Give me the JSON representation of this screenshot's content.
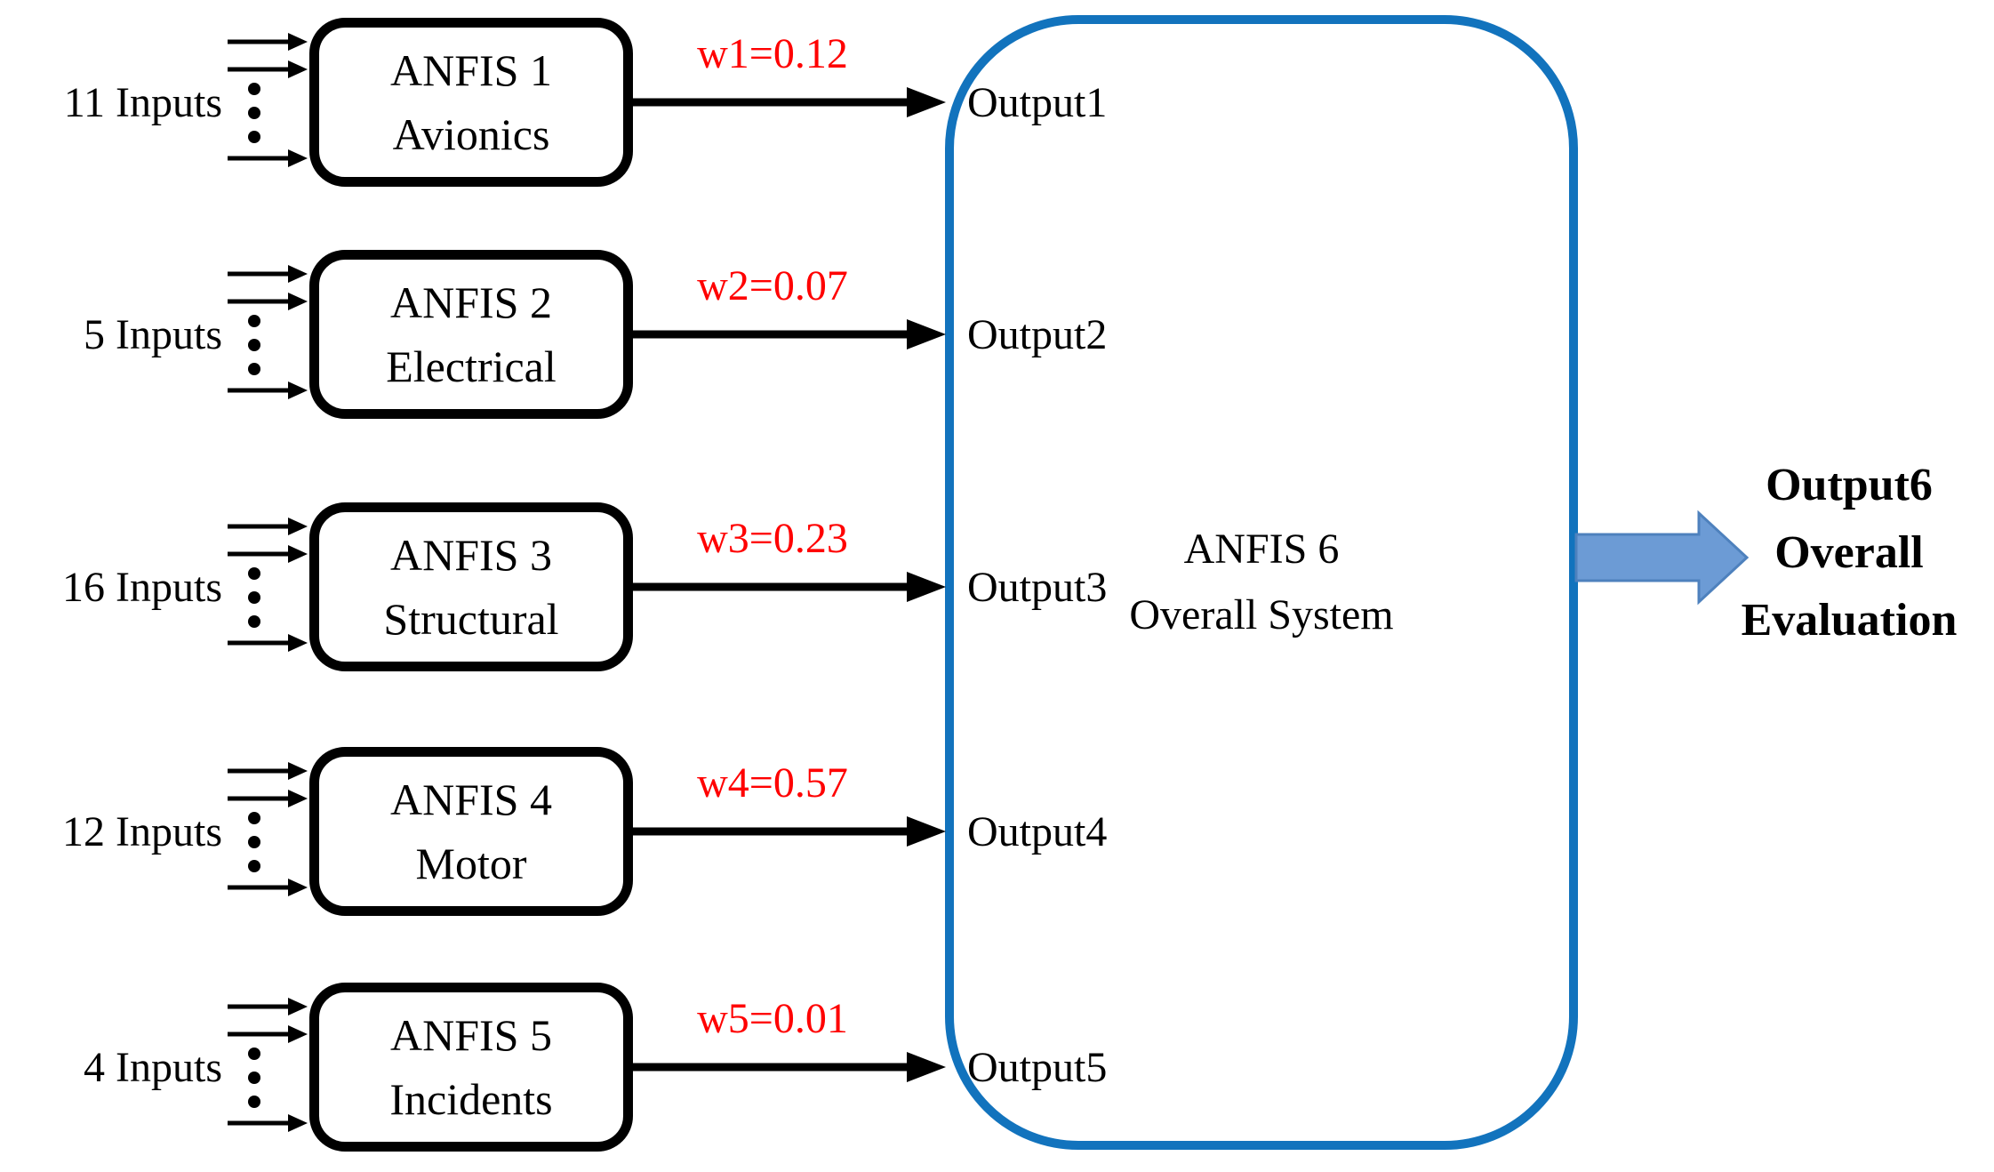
{
  "diagram": {
    "title_semantic": "Five ANFIS subsystem modules feeding ANFIS 6 overall system",
    "modules": [
      {
        "inputs_label": "11 Inputs",
        "box_line1": "ANFIS 1",
        "box_line2": "Avionics",
        "weight_label": "w1=0.12",
        "output_label": "Output1"
      },
      {
        "inputs_label": "5 Inputs",
        "box_line1": "ANFIS 2",
        "box_line2": "Electrical",
        "weight_label": "w2=0.07",
        "output_label": "Output2"
      },
      {
        "inputs_label": "16 Inputs",
        "box_line1": "ANFIS 3",
        "box_line2": "Structural",
        "weight_label": "w3=0.23",
        "output_label": "Output3"
      },
      {
        "inputs_label": "12 Inputs",
        "box_line1": "ANFIS 4",
        "box_line2": "Motor",
        "weight_label": "w4=0.57",
        "output_label": "Output4"
      },
      {
        "inputs_label": "4 Inputs",
        "box_line1": "ANFIS 5",
        "box_line2": "Incidents",
        "weight_label": "w5=0.01",
        "output_label": "Output5"
      }
    ],
    "aggregator": {
      "line1": "ANFIS 6",
      "line2": "Overall System"
    },
    "final_output": {
      "line1": "Output6",
      "line2": "Overall",
      "line3": "Evaluation"
    },
    "icons": {
      "input_arrows": "three right arrows with vertical ellipsis dots",
      "weighted_output_arrow": "thick black right arrow",
      "final_output_arrow": "fat light-blue right block arrow"
    },
    "colors": {
      "weight_text": "#FF0000",
      "aggregator_border": "#1273BD",
      "final_arrow_fill": "#6C9BD5",
      "final_arrow_stroke": "#4E81BD",
      "line_color": "#000000",
      "background": "#FFFFFF"
    }
  }
}
